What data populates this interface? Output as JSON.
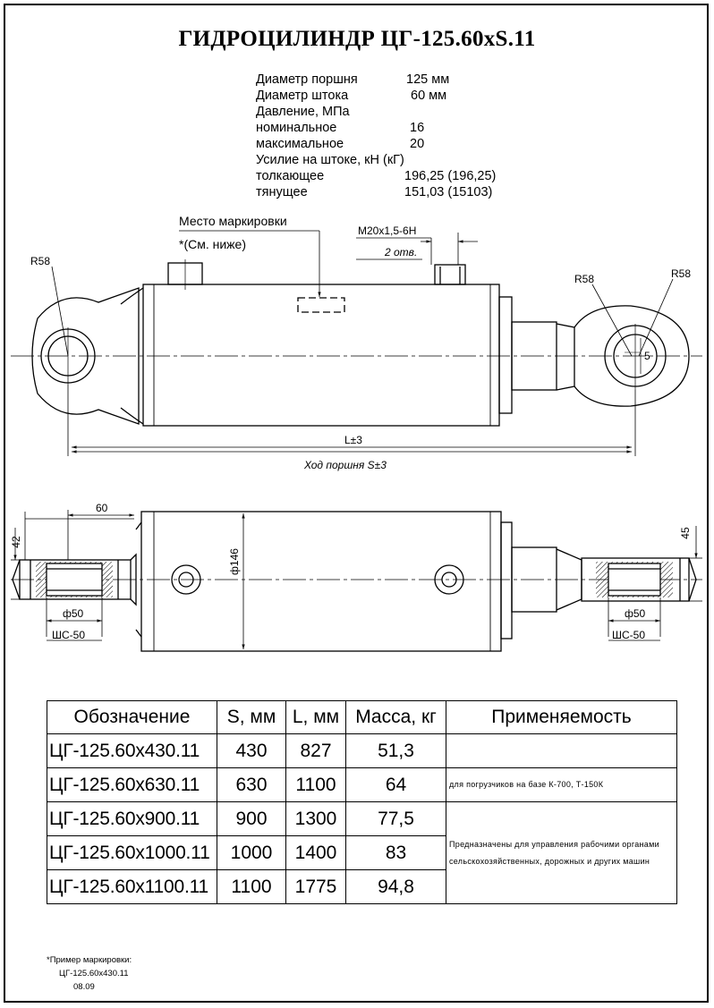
{
  "title": "ГИДРОЦИЛИНДР ЦГ-125.60хS.11",
  "specs": [
    {
      "label": "Диаметр поршня",
      "value": "125 мм",
      "vx": 168
    },
    {
      "label": "Диаметр штока",
      "value": "60 мм",
      "vx": 172
    },
    {
      "label": "Давление, МПа",
      "value": "",
      "vx": 0
    },
    {
      "label": "номинальное",
      "value": "16",
      "vx": 172
    },
    {
      "label": "максимальное",
      "value": "20",
      "vx": 172
    },
    {
      "label": "Усилие на штоке, кН (кГ)",
      "value": "",
      "vx": 0
    },
    {
      "label": "толкающее",
      "value": "196,25 (196,25)",
      "vx": 166
    },
    {
      "label": "тянущее",
      "value": "151,03 (15103)",
      "vx": 166
    }
  ],
  "drawing": {
    "marking_place": "Место маркировки",
    "marking_note": "*(См. ниже)",
    "thread": "М20х1,5-6Н",
    "holes": "2 отв.",
    "r58_left": "R58",
    "r58_right_a": "R58",
    "r58_right_b": "R58",
    "dim_5": "5",
    "dim_L": "L±3",
    "dim_stroke": "Ход поршня S±3",
    "dim_60": "60",
    "dim_42": "42",
    "dim_45": "45",
    "dim_146": "ф146",
    "dim_50_left": "ф50",
    "bearing_left": "ШС-50",
    "dim_50_right": "ф50",
    "bearing_right": "ШС-50"
  },
  "table": {
    "headers": [
      "Обозначение",
      "S, мм",
      "L, мм",
      "Масса, кг",
      "Применяемость"
    ],
    "rows": [
      [
        "ЦГ-125.60х430.11",
        "430",
        "827",
        "51,3"
      ],
      [
        "ЦГ-125.60х630.11",
        "630",
        "1100",
        "64"
      ],
      [
        "ЦГ-125.60х900.11",
        "900",
        "1300",
        "77,5"
      ],
      [
        "ЦГ-125.60х1000.11",
        "1000",
        "1400",
        "83"
      ],
      [
        "ЦГ-125.60х1100.11",
        "1100",
        "1775",
        "94,8"
      ]
    ],
    "applicability_1": "",
    "applicability_2": "для погрузчиков на базе К-700, Т-150К",
    "applicability_3": "Предназначены для управления рабочими органами сельскохозяйственных, дорожных и других машин"
  },
  "footnote": {
    "line1": "*Пример маркировки:",
    "line2": "ЦГ-125.60х430.11",
    "line3": "08.09"
  }
}
